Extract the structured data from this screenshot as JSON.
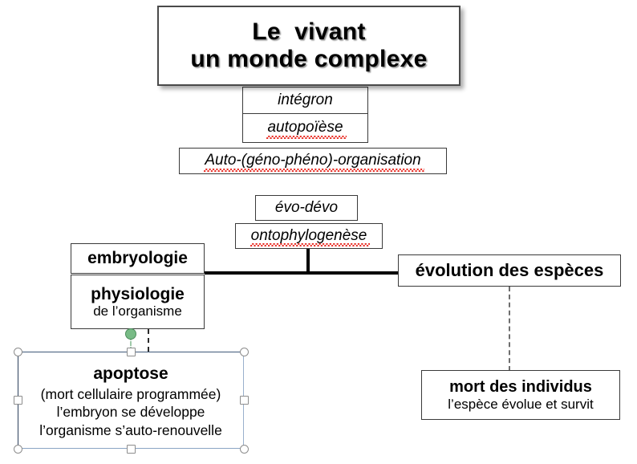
{
  "slide": {
    "title_line1": "Le  vivant",
    "title_line2": "un monde complexe"
  },
  "concepts": {
    "integron": "intégron",
    "autopoiese": "autopoïèse",
    "auto_organisation": "Auto-(géno-phéno)-organisation",
    "evo_devo": "évo-dévo",
    "ontophylogenese": "ontophylogenèse"
  },
  "disciplines": {
    "embryologie": "embryologie",
    "physiologie_title": "physiologie",
    "physiologie_sub": "de l’organisme",
    "evolution": "évolution des espèces"
  },
  "apoptose": {
    "title": "apoptose",
    "line1": "(mort cellulaire programmée)",
    "line2": "l’embryon se développe",
    "line3": "l’organisme s’auto-renouvelle"
  },
  "mort_individus": {
    "title": "mort des individus",
    "subtitle": "l’espèce évolue et survit"
  },
  "colors": {
    "box_border": "#3a3a3a",
    "text": "#000000",
    "spellcheck_underline": "#e8251c",
    "selection_border": "#3f5878",
    "rotate_handle": "#78bb86",
    "handle_fill": "#ffffff"
  }
}
